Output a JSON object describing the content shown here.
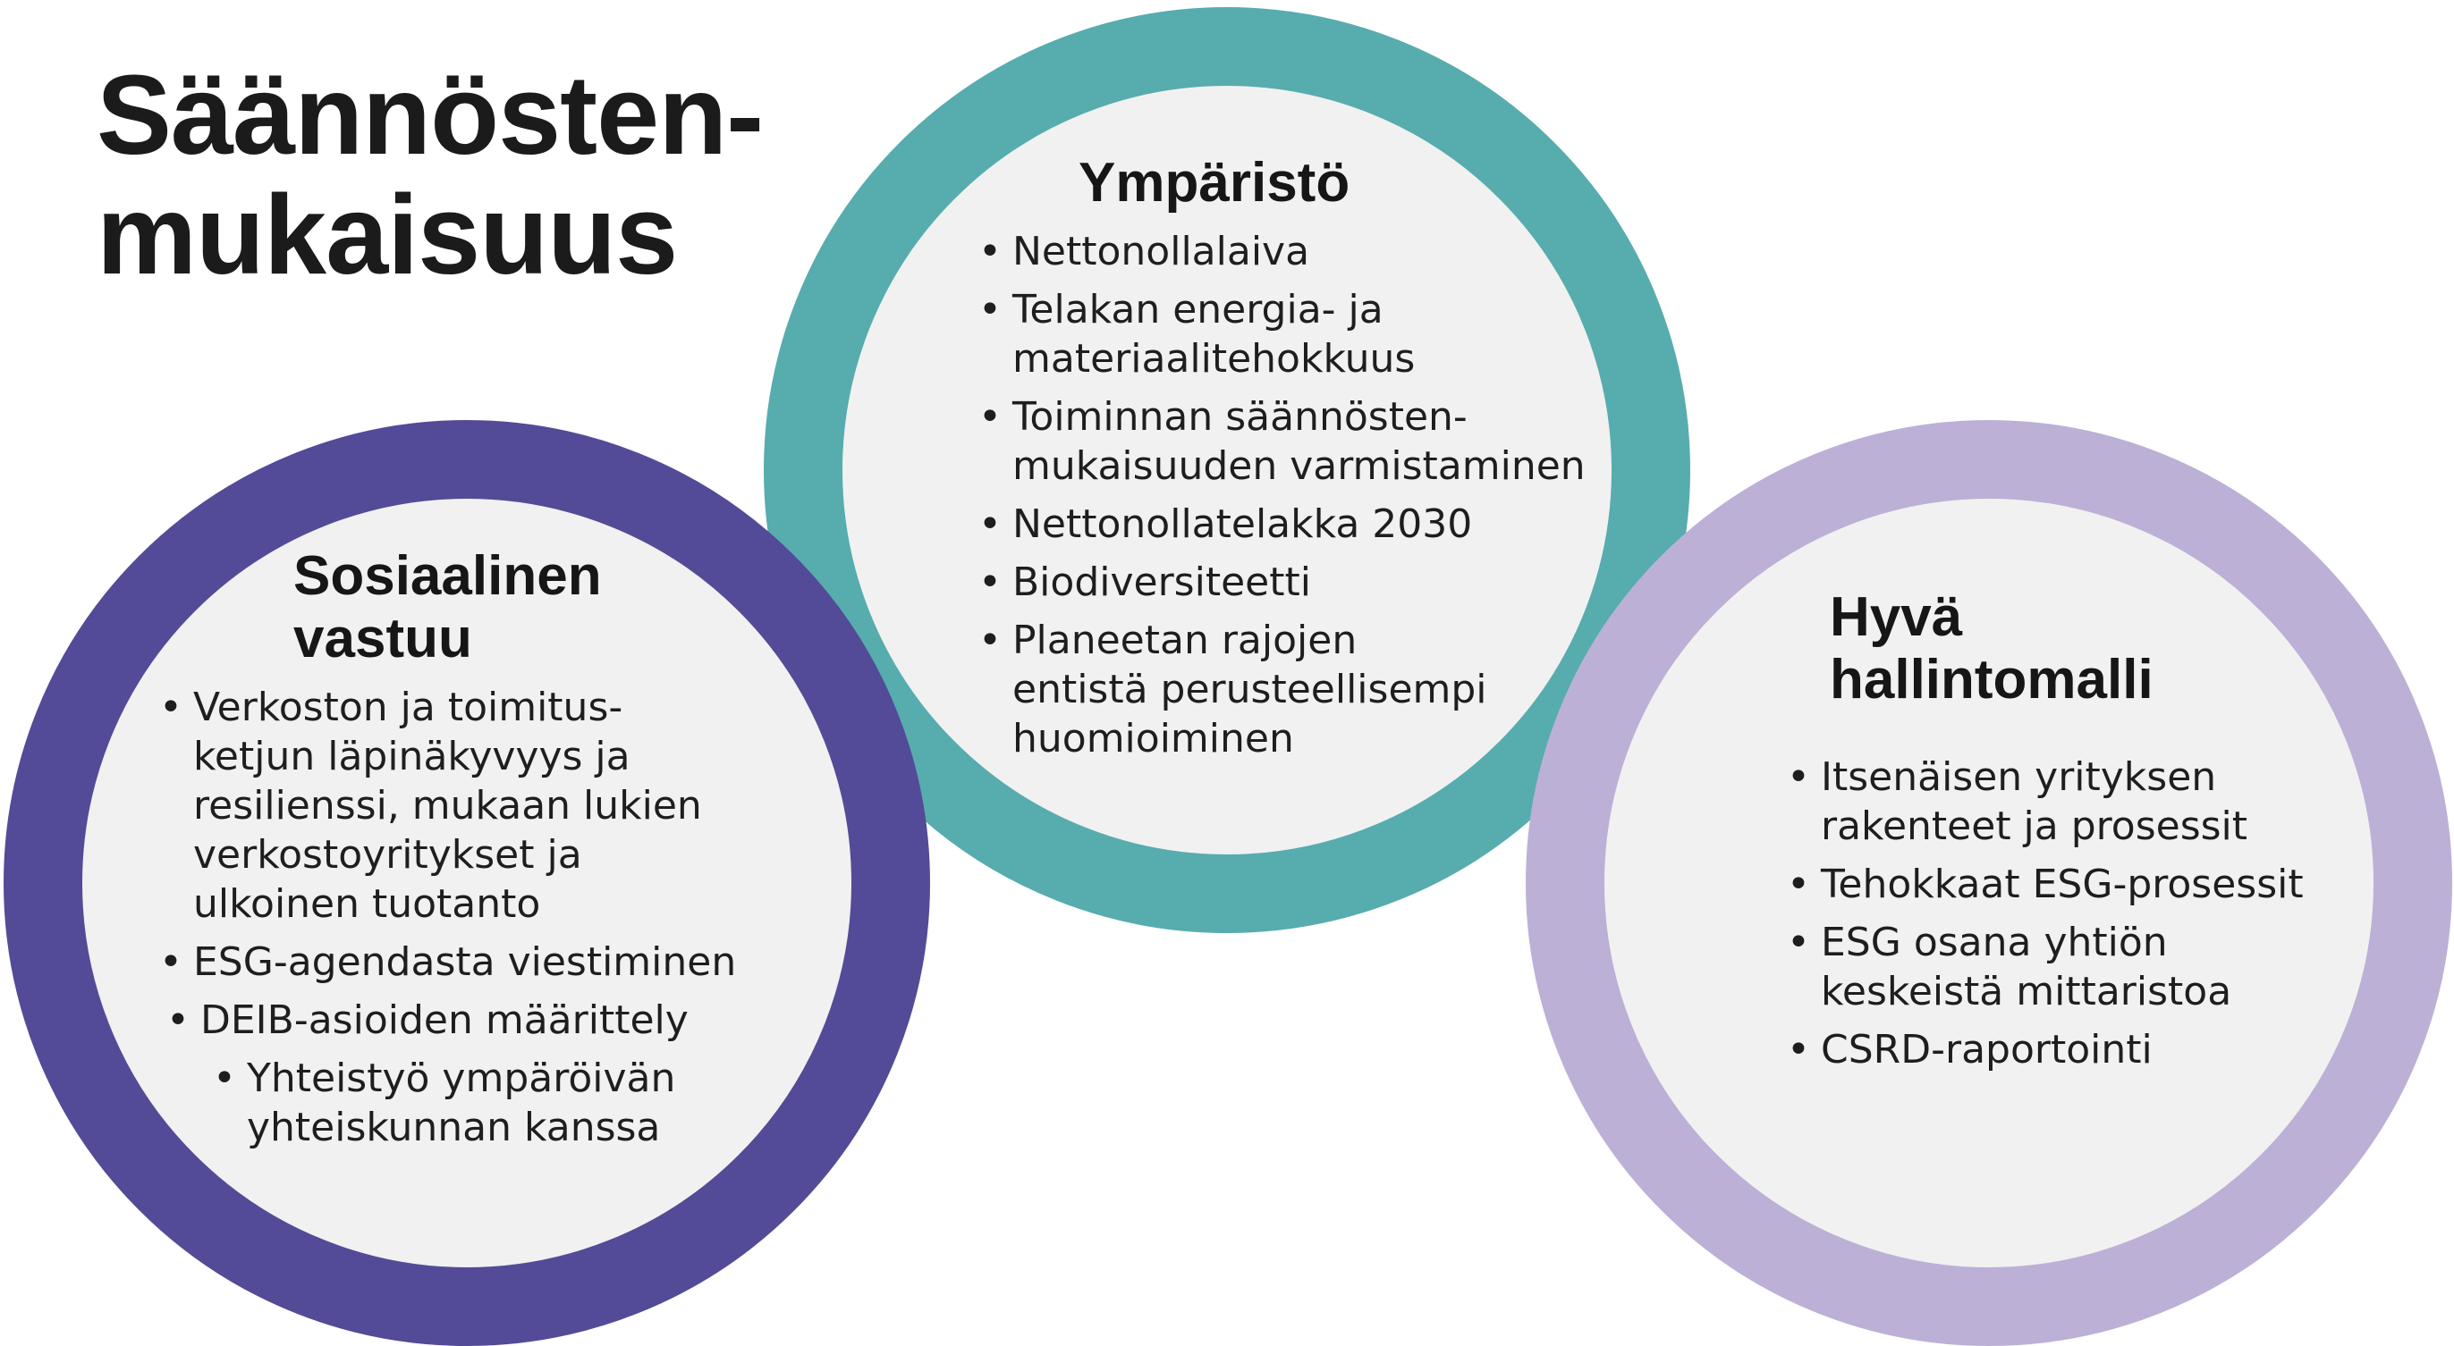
{
  "title": {
    "line1": "Säännösten-",
    "line2": "mukaisuus"
  },
  "colors": {
    "environment_ring": "#57acae",
    "social_ring": "#534b97",
    "governance_ring": "#bdb0d6",
    "circle_fill": "#f1f1f1"
  },
  "environment": {
    "heading": "Ympäristö",
    "items": [
      {
        "lines": [
          "Nettonollalaiva"
        ]
      },
      {
        "lines": [
          "Telakan energia- ja",
          "materiaalitehokkuus"
        ]
      },
      {
        "lines": [
          "Toiminnan säännösten-",
          "mukaisuuden varmistaminen"
        ]
      },
      {
        "lines": [
          "Nettonollatelakka 2030"
        ]
      },
      {
        "lines": [
          "Biodiversiteetti"
        ]
      },
      {
        "lines": [
          "Planeetan rajojen",
          "entistä perusteellisempi",
          "huomioiminen"
        ]
      }
    ]
  },
  "social": {
    "heading_line1": "Sosiaalinen",
    "heading_line2": "vastuu",
    "items": [
      {
        "lines": [
          "Verkoston ja toimitus-",
          "ketjun läpinäkyvyys ja",
          "resilienssi, mukaan lukien",
          "verkostoyritykset ja",
          "ulkoinen tuotanto"
        ]
      },
      {
        "lines": [
          "ESG-agendasta viestiminen"
        ]
      },
      {
        "lines": [
          "DEIB-asioiden määrittely"
        ]
      },
      {
        "lines": [
          "Yhteistyö ympäröivän",
          "yhteiskunnan kanssa"
        ]
      }
    ]
  },
  "governance": {
    "heading_line1": "Hyvä",
    "heading_line2": "hallintomalli",
    "items": [
      {
        "lines": [
          "Itsenäisen yrityksen",
          "rakenteet ja prosessit"
        ]
      },
      {
        "lines": [
          "Tehokkaat ESG-prosessit"
        ]
      },
      {
        "lines": [
          "ESG osana yhtiön",
          "keskeistä mittaristoa"
        ]
      },
      {
        "lines": [
          "CSRD-raportointi"
        ]
      }
    ]
  }
}
